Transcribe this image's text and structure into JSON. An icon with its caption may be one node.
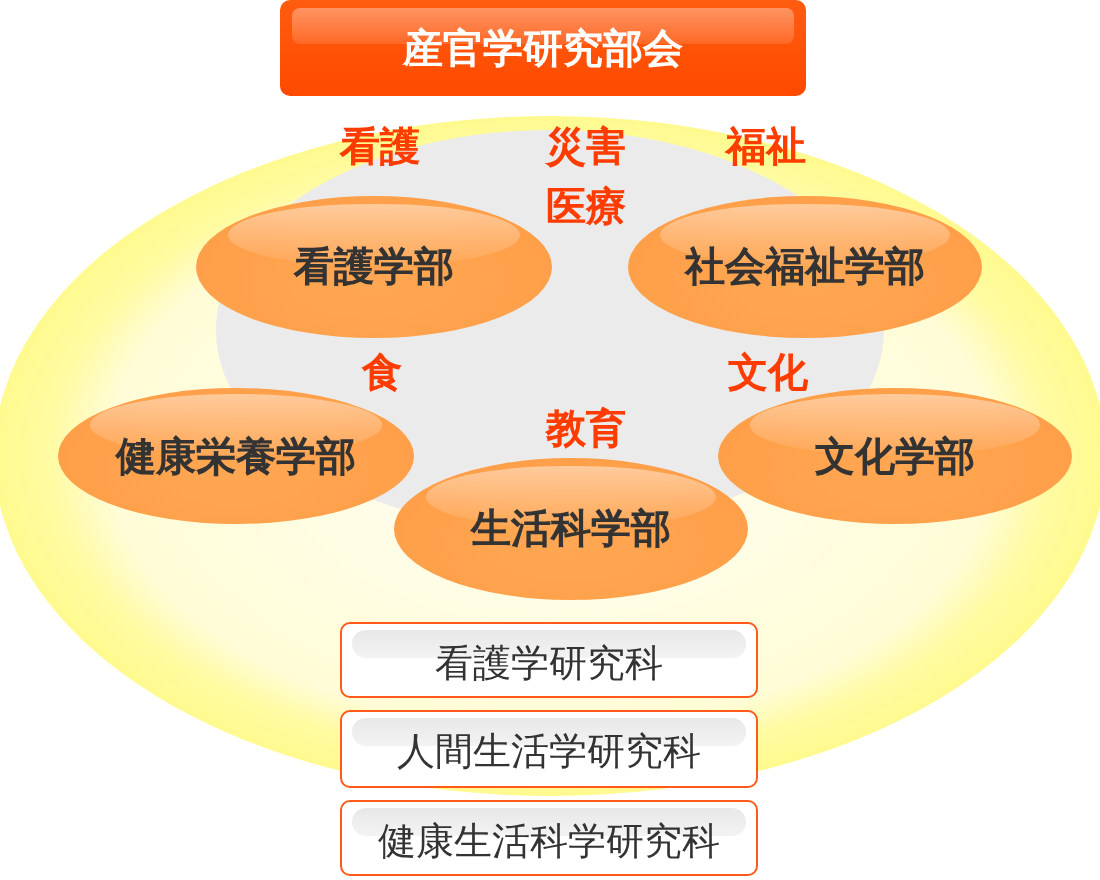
{
  "diagram": {
    "nodes": [
      {
        "text": [
          "産官学研究部会"
        ]
      },
      {
        "text": [
          "看護学部"
        ]
      },
      {
        "text": [
          "社会福祉学部"
        ]
      },
      {
        "text": [
          "健康栄養学部"
        ]
      },
      {
        "text": [
          "文化学部"
        ]
      },
      {
        "text": [
          "生活科学部"
        ]
      },
      {
        "text": [
          "看護学研究科"
        ]
      },
      {
        "text": [
          "人間生活学研究科"
        ]
      },
      {
        "text": [
          "健康生活科学研究科"
        ]
      }
    ],
    "labels": [
      "看護",
      "災害医療",
      "福祉",
      "食",
      "文化",
      "教育"
    ]
  }
}
